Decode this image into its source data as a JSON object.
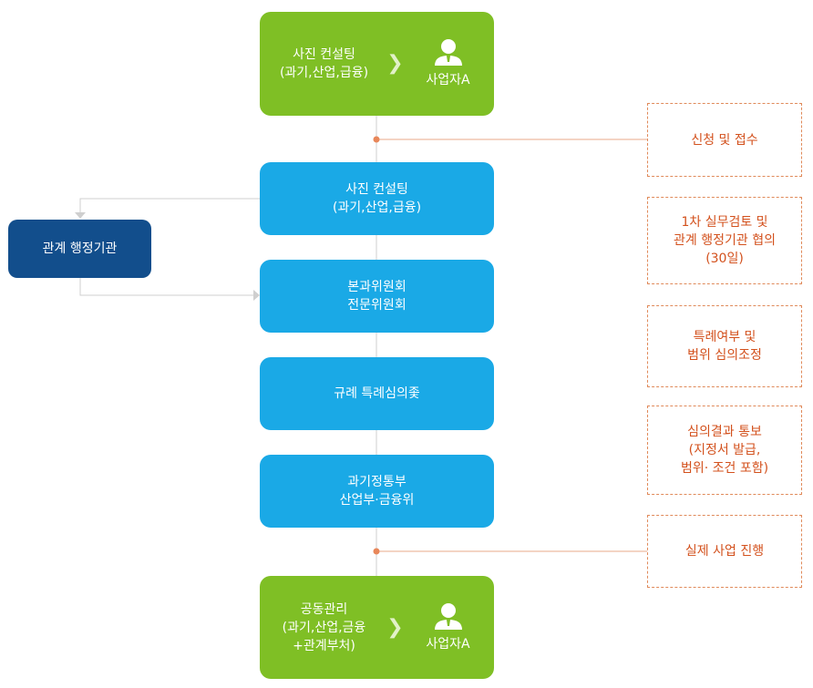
{
  "nodes": {
    "top": {
      "line1": "사진 컨설팅",
      "line2": "(과기,산업,급융)",
      "user": "사업자A",
      "user_icon": "user-icon",
      "arrow_icon": "chevron-right-icon"
    },
    "consult": {
      "line1": "사진 컨설팅",
      "line2": "(과기,산업,급융)"
    },
    "admin": {
      "label": "관계 행정기관"
    },
    "committee": {
      "line1": "본과위원회",
      "line2": "전문위원회"
    },
    "review": {
      "line1": "규례 특례심의좇"
    },
    "ministries": {
      "line1": "과기정통부",
      "line2": "산업부·금융위"
    },
    "bottom": {
      "line1": "공동관리",
      "line2": "(과기,산업,금융",
      "line3": "+관계부처)",
      "user": "사업자A",
      "user_icon": "user-icon",
      "arrow_icon": "chevron-right-icon"
    }
  },
  "notes": {
    "n1": {
      "line1": "신청 및 접수"
    },
    "n2": {
      "line1": "1차 실무검토 및",
      "line2": "관계 행정기관 협의",
      "line3": "(30일)"
    },
    "n3": {
      "line1": "특례여부 및",
      "line2": "범위 심의조정"
    },
    "n4": {
      "line1": "심의결과 통보",
      "line2": "(지정서 발급,",
      "line3": "범위· 조건 포함)"
    },
    "n5": {
      "line1": "실제 사업 진행"
    }
  },
  "colors": {
    "green": "#7fbf25",
    "blue": "#1aa9e6",
    "navy": "#124e8c",
    "note_text": "#d3511d",
    "note_border": "#e08a5a",
    "connector": "#cfcfcf"
  }
}
